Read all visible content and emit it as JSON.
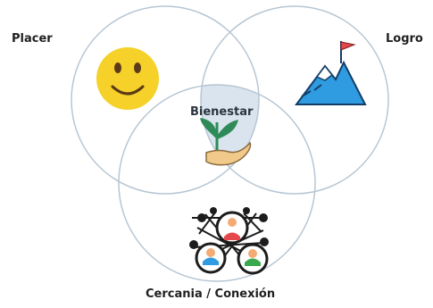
{
  "diagram": {
    "labels": {
      "placer": "Placer",
      "logro": "Logro",
      "center": "Bienestar",
      "cercania": "Cercania / Conexión"
    },
    "colors": {
      "circle_stroke": "#b7c6d3",
      "intersection_fill": "#d9e4ee",
      "smiley": "#f5d12a",
      "mountain": "#2f9be0",
      "flag": "#e5474b",
      "plant": "#2e8b57",
      "hand": "#f1c98b",
      "network": "#1c1c1c"
    },
    "icons": {
      "placer": "smiley-face-icon",
      "logro": "mountain-flag-icon",
      "center": "plant-in-hand-icon",
      "cercania": "people-network-icon"
    }
  }
}
